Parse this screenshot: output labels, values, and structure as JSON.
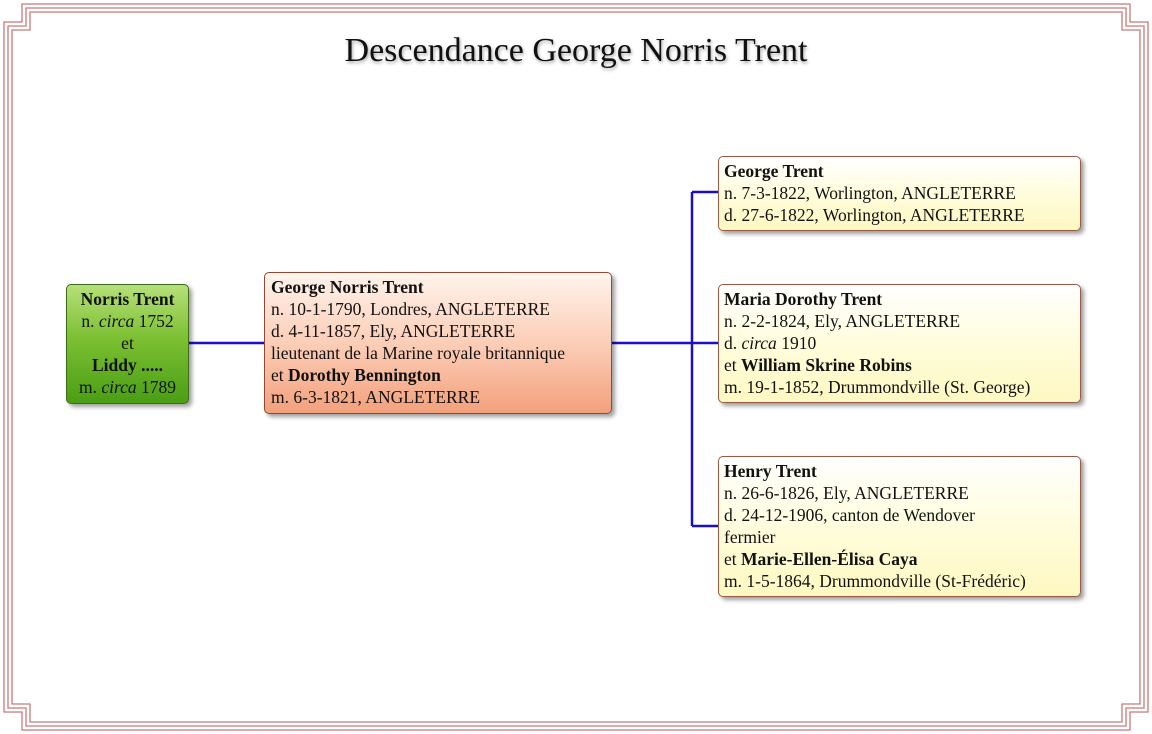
{
  "title": "Descendance George Norris Trent",
  "root": {
    "name": "Norris Trent",
    "birth_prefix": "n. ",
    "birth_circa": "circa",
    "birth_year": " 1752",
    "conj": "et",
    "spouse": "Liddy .....",
    "marriage_prefix": "m. ",
    "marriage_circa": "circa",
    "marriage_year": " 1789"
  },
  "main": {
    "name": "George Norris Trent",
    "birth": "n. 10-1-1790, Londres, ANGLETERRE",
    "death": "d. 4-11-1857, Ely, ANGLETERRE",
    "occupation": "lieutenant de la Marine royale britannique",
    "conj": "et ",
    "spouse": "Dorothy Bennington",
    "marriage": "m. 6-3-1821, ANGLETERRE"
  },
  "children": {
    "george": {
      "name": "George Trent",
      "birth": "n. 7-3-1822, Worlington, ANGLETERRE",
      "death": "d. 27-6-1822, Worlington, ANGLETERRE"
    },
    "maria": {
      "name": "Maria Dorothy Trent",
      "birth": "n. 2-2-1824, Ely, ANGLETERRE",
      "death_prefix": "d. ",
      "death_circa": "circa",
      "death_year": " 1910",
      "conj": "et ",
      "spouse": "William Skrine Robins",
      "marriage": "m. 19-1-1852, Drummondville (St. George)"
    },
    "henry": {
      "name": "Henry Trent",
      "birth": "n. 26-6-1826, Ely, ANGLETERRE",
      "death": "d. 24-12-1906, canton de Wendover",
      "occupation": "fermier",
      "conj": "et ",
      "spouse": "Marie-Ellen-Élisa Caya",
      "marriage": "m. 1-5-1864, Drummondville (St-Frédéric)"
    }
  },
  "colors": {
    "connector": "#1a0fc4",
    "frame": "#c87a7a",
    "root_fill": "#7cc032",
    "main_fill": "#fbcab2",
    "child_fill": "#fef8c0"
  }
}
